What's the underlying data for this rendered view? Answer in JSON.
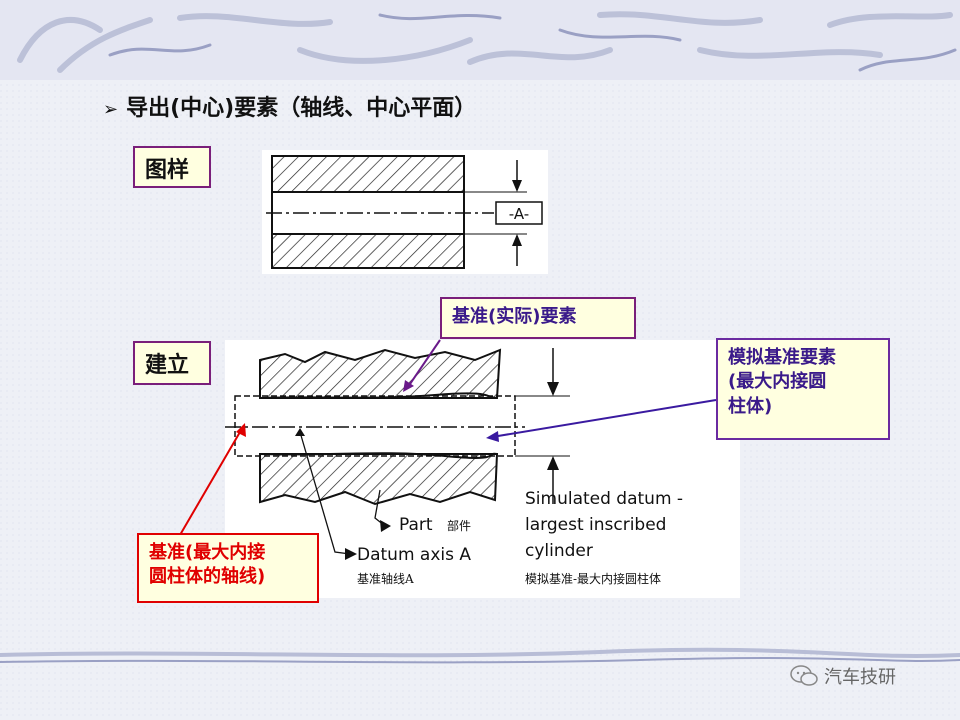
{
  "heading": {
    "bullet": "➢",
    "text": "导出(中心)要素（轴线、中心平面）"
  },
  "drawing_label": "图样",
  "build_label": "建立",
  "datum_tag": "-A-",
  "callouts": {
    "actual_feature": "基准(实际)要素",
    "simulated_feature_l1": "模拟基准要素",
    "simulated_feature_l2": "(最大内接圆",
    "simulated_feature_l3": "柱体)",
    "datum_axis_l1": "基准(最大内接",
    "datum_axis_l2": "圆柱体的轴线)"
  },
  "figure_text": {
    "part": "Part",
    "part_cn": "部件",
    "datum_axis": "Datum axis A",
    "datum_axis_cn": "基准轴线A",
    "simulated_l1": "Simulated datum -",
    "simulated_l2": "largest inscribed",
    "simulated_l3": "cylinder",
    "simulated_cn": "模拟基准-最大内接圆柱体"
  },
  "watermark": "汽车技研",
  "colors": {
    "tag_border": "#7a1f7a",
    "actual_border": "#7a1f7a",
    "simulated_border": "#6a2aa0",
    "simulated_arrow": "#3a1aa0",
    "datum_border": "#e00000",
    "datum_text": "#e00000",
    "purple_text": "#3a1a8a"
  }
}
